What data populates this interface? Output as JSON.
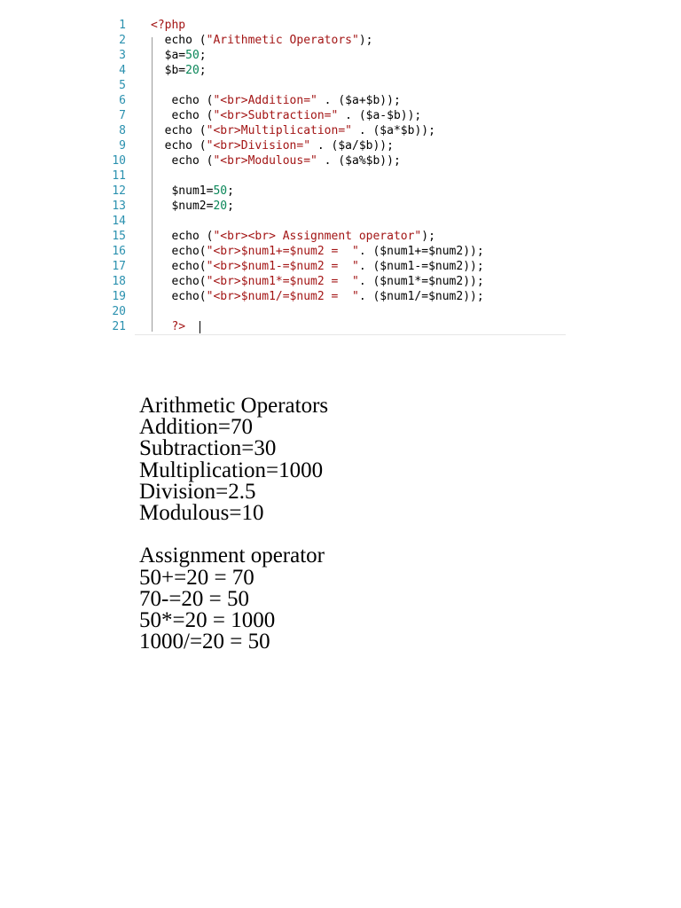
{
  "code_editor": {
    "lines": [
      {
        "num": "1",
        "tokens": [
          {
            "t": "<?php",
            "c": "tag"
          }
        ]
      },
      {
        "num": "2",
        "tokens": [
          {
            "t": "  echo (",
            "c": "kw"
          },
          {
            "t": "\"Arithmetic Operators\"",
            "c": "str"
          },
          {
            "t": ");",
            "c": "punct"
          }
        ]
      },
      {
        "num": "3",
        "tokens": [
          {
            "t": "  $a=",
            "c": "var"
          },
          {
            "t": "50",
            "c": "num"
          },
          {
            "t": ";",
            "c": "punct"
          }
        ]
      },
      {
        "num": "4",
        "tokens": [
          {
            "t": "  $b=",
            "c": "var"
          },
          {
            "t": "20",
            "c": "num"
          },
          {
            "t": ";",
            "c": "punct"
          }
        ]
      },
      {
        "num": "5",
        "tokens": []
      },
      {
        "num": "6",
        "tokens": [
          {
            "t": "   echo (",
            "c": "kw"
          },
          {
            "t": "\"<br>Addition=\"",
            "c": "str"
          },
          {
            "t": " . ($a+$b));",
            "c": "punct"
          }
        ]
      },
      {
        "num": "7",
        "tokens": [
          {
            "t": "   echo (",
            "c": "kw"
          },
          {
            "t": "\"<br>Subtraction=\"",
            "c": "str"
          },
          {
            "t": " . ($a-$b));",
            "c": "punct"
          }
        ]
      },
      {
        "num": "8",
        "tokens": [
          {
            "t": "  echo (",
            "c": "kw"
          },
          {
            "t": "\"<br>Multiplication=\"",
            "c": "str"
          },
          {
            "t": " . ($a*$b));",
            "c": "punct"
          }
        ]
      },
      {
        "num": "9",
        "tokens": [
          {
            "t": "  echo (",
            "c": "kw"
          },
          {
            "t": "\"<br>Division=\"",
            "c": "str"
          },
          {
            "t": " . ($a/$b));",
            "c": "punct"
          }
        ]
      },
      {
        "num": "10",
        "tokens": [
          {
            "t": "   echo (",
            "c": "kw"
          },
          {
            "t": "\"<br>Modulous=\"",
            "c": "str"
          },
          {
            "t": " . ($a%$b));",
            "c": "punct"
          }
        ]
      },
      {
        "num": "11",
        "tokens": []
      },
      {
        "num": "12",
        "tokens": [
          {
            "t": "   $num1=",
            "c": "var"
          },
          {
            "t": "50",
            "c": "num"
          },
          {
            "t": ";",
            "c": "punct"
          }
        ]
      },
      {
        "num": "13",
        "tokens": [
          {
            "t": "   $num2=",
            "c": "var"
          },
          {
            "t": "20",
            "c": "num"
          },
          {
            "t": ";",
            "c": "punct"
          }
        ]
      },
      {
        "num": "14",
        "tokens": []
      },
      {
        "num": "15",
        "tokens": [
          {
            "t": "   echo (",
            "c": "kw"
          },
          {
            "t": "\"<br><br> Assignment operator\"",
            "c": "str"
          },
          {
            "t": ");",
            "c": "punct"
          }
        ]
      },
      {
        "num": "16",
        "tokens": [
          {
            "t": "   echo(",
            "c": "kw"
          },
          {
            "t": "\"<br>$num1+=$num2 =  \"",
            "c": "str"
          },
          {
            "t": ". ($num1+=$num2));",
            "c": "punct"
          }
        ]
      },
      {
        "num": "17",
        "tokens": [
          {
            "t": "   echo(",
            "c": "kw"
          },
          {
            "t": "\"<br>$num1-=$num2 =  \"",
            "c": "str"
          },
          {
            "t": ". ($num1-=$num2));",
            "c": "punct"
          }
        ]
      },
      {
        "num": "18",
        "tokens": [
          {
            "t": "   echo(",
            "c": "kw"
          },
          {
            "t": "\"<br>$num1*=$num2 =  \"",
            "c": "str"
          },
          {
            "t": ". ($num1*=$num2));",
            "c": "punct"
          }
        ]
      },
      {
        "num": "19",
        "tokens": [
          {
            "t": "   echo(",
            "c": "kw"
          },
          {
            "t": "\"<br>$num1/=$num2 =  \"",
            "c": "str"
          },
          {
            "t": ". ($num1/=$num2));",
            "c": "punct"
          }
        ]
      },
      {
        "num": "20",
        "tokens": []
      },
      {
        "num": "21",
        "tokens": [
          {
            "t": "   ?>",
            "c": "tag"
          }
        ]
      }
    ]
  },
  "browser_output": {
    "lines": [
      "Arithmetic Operators",
      "Addition=70",
      "Subtraction=30",
      "Multiplication=1000",
      "Division=2.5",
      "Modulous=10",
      "",
      "Assignment operator",
      "50+=20 = 70",
      "70-=20 = 50",
      "50*=20 = 1000",
      "1000/=20 = 50"
    ]
  }
}
